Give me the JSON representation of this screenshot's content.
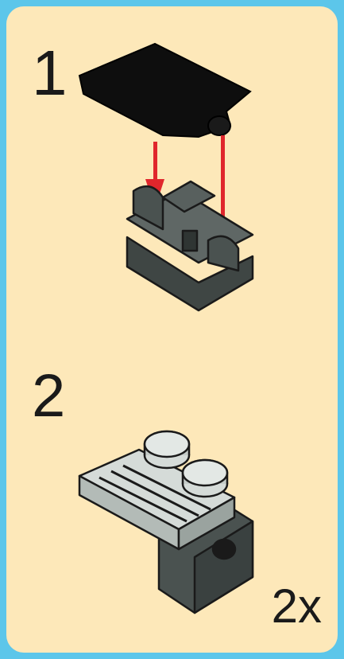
{
  "steps": [
    {
      "number": "1"
    },
    {
      "number": "2"
    }
  ],
  "quantity_label": "2x",
  "colors": {
    "frame": "#5cc6ea",
    "panel": "#fde8b9",
    "arrow": "#e0262c",
    "black_part": "#0e0e0e",
    "dark_gray_part": "#4a5250",
    "light_gray_part": "#c9d0cc"
  },
  "icons": [
    "flag-tile-piece",
    "hinge-brick-piece",
    "assembly-arrow",
    "plate-with-clip-assembly"
  ]
}
